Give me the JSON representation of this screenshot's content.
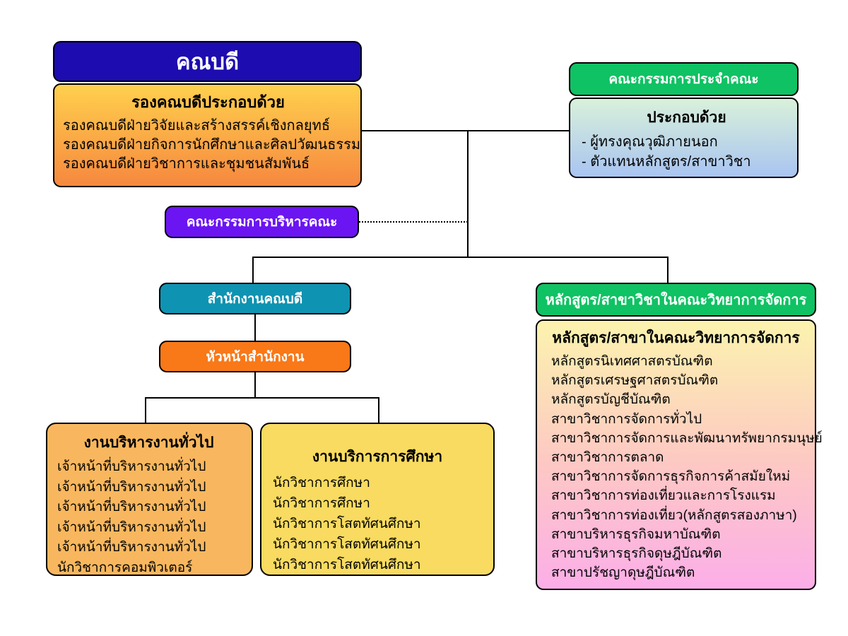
{
  "diagram_title": "คณบดี",
  "colors": {
    "dean_bg": "#1d0cb0",
    "vice_gradient_top": "#ffd04d",
    "vice_gradient_bottom": "#f6883f",
    "green_header_bg": "#0fc263",
    "committee_gradient_top": "#d9f1da",
    "committee_gradient_bottom": "#a9c4f1",
    "executive_bg": "#6b15f2",
    "dean_office_bg": "#0f93b2",
    "office_head_bg": "#f97818",
    "general_admin_bg": "#f8b75e",
    "education_service_bg": "#f8db60",
    "programs_gradient_top": "#fcf3ae",
    "programs_gradient_mid": "#fdc9c3",
    "programs_gradient_bottom": "#fcaee8",
    "line_color": "#000000"
  },
  "dean": {
    "title": "คณบดี"
  },
  "vice_deans": {
    "header": "รองคณบดีประกอบด้วย",
    "items": [
      "รองคณบดีฝ่ายวิจัยและสร้างสรรค์เชิงกลยุทธ์",
      "รองคณบดีฝ่ายกิจการนักศึกษาและศิลปวัฒนธรรม",
      "รองคณบดีฝ่ายวิชาการและชุมชนสัมพันธ์"
    ]
  },
  "faculty_committee": {
    "header": "คณะกรรมการประจำคณะ",
    "subheader": "ประกอบด้วย",
    "items": [
      "- ผู้ทรงคุณวุฒิภายนอก",
      "- ตัวแทนหลักสูตร/สาขาวิชา"
    ]
  },
  "executive_committee": {
    "label": "คณะกรรมการบริหารคณะ"
  },
  "dean_office": {
    "label": "สำนักงานคณบดี"
  },
  "office_head": {
    "label": "หัวหน้าสำนักงาน"
  },
  "general_admin": {
    "header": "งานบริหารงานทั่วไป",
    "items": [
      "เจ้าหน้าที่บริหารงานทั่วไป",
      "เจ้าหน้าที่บริหารงานทั่วไป",
      "เจ้าหน้าที่บริหารงานทั่วไป",
      "เจ้าหน้าที่บริหารงานทั่วไป",
      "เจ้าหน้าที่บริหารงานทั่วไป",
      "นักวิชาการคอมพิวเตอร์"
    ]
  },
  "education_service": {
    "header": "งานบริการการศึกษา",
    "items": [
      "นักวิชาการศึกษา",
      "นักวิชาการศึกษา",
      "นักวิชาการโสตทัศนศึกษา",
      "นักวิชาการโสตทัศนศึกษา",
      "นักวิชาการโสตทัศนศึกษา"
    ]
  },
  "programs": {
    "header": "หลักสูตร/สาขาวิชาในคณะวิทยาการจัดการ",
    "subheader": "หลักสูตร/สาขาในคณะวิทยาการจัดการ",
    "items": [
      "หลักสูตรนิเทศศาสตรบัณฑิต",
      "หลักสูตรเศรษฐศาสตรบัณฑิต",
      "หลักสูตรบัญชีบัณฑิต",
      "สาขาวิชาการจัดการทั่วไป",
      "สาขาวิชาการจัดการและพัฒนาทรัพยากรมนุษย์",
      "สาขาวิชาการตลาด",
      "สาขาวิชาการจัดการธุรกิจการค้าสมัยใหม่",
      "สาขาวิชาการท่องเที่ยวและการโรงแรม",
      "สาขาวิชาการท่องเที่ยว(หลักสูตรสองภาษา)",
      "สาขาบริหารธุรกิจมหาบัณฑิต",
      "สาขาบริหารธุรกิจดุษฎีบัณฑิต",
      "สาขาปรัชญาดุษฎีบัณฑิต"
    ]
  }
}
